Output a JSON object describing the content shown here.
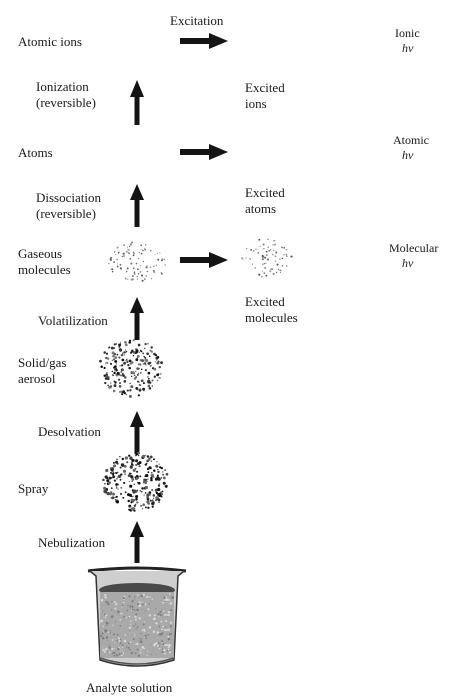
{
  "labels": {
    "excitation": "Excitation",
    "atomic_ions": "Atomic ions",
    "ionization": "Ionization",
    "ionization_note": "(reversible)",
    "excited_ions_1": "Excited",
    "excited_ions_2": "ions",
    "atoms": "Atoms",
    "dissociation": "Dissociation",
    "dissociation_note": "(reversible)",
    "excited_atoms_1": "Excited",
    "excited_atoms_2": "atoms",
    "gaseous_molecules_1": "Gaseous",
    "gaseous_molecules_2": "molecules",
    "excited_molecules_1": "Excited",
    "excited_molecules_2": "molecules",
    "volatilization": "Volatilization",
    "solid_gas_1": "Solid/gas",
    "solid_gas_2": "aerosol",
    "desolvation": "Desolvation",
    "spray": "Spray",
    "nebulization": "Nebulization",
    "analyte_solution": "Analyte solution"
  },
  "emission": {
    "ionic": "Ionic",
    "atomic": "Atomic",
    "molecular": "Molecular",
    "hv": "hv"
  }
}
